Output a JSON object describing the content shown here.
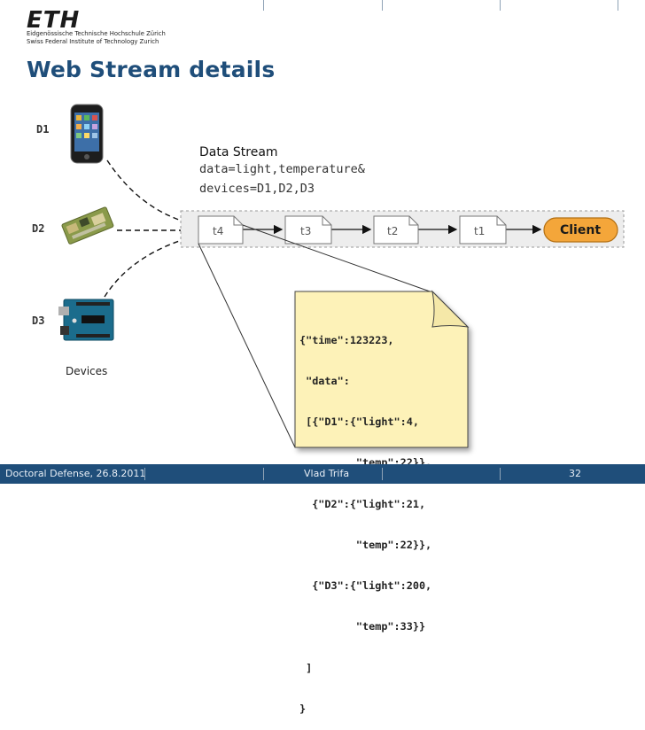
{
  "header": {
    "logo_text": "ETH",
    "institution_de": "Eidgenössische Technische Hochschule Zürich",
    "institution_en": "Swiss Federal Institute of Technology Zurich"
  },
  "slide": {
    "title": "Web Stream details"
  },
  "devices": {
    "caption": "Devices",
    "items": [
      {
        "label": "D1",
        "icon": "iphone-icon"
      },
      {
        "label": "D2",
        "icon": "sensor-board-icon"
      },
      {
        "label": "D3",
        "icon": "arduino-icon"
      }
    ]
  },
  "data_stream": {
    "title": "Data Stream",
    "line1": "data=light,temperature&",
    "line2": "devices=D1,D2,D3"
  },
  "stream": {
    "tokens": [
      "t4",
      "t3",
      "t2",
      "t1"
    ],
    "client_label": "Client"
  },
  "json_doc": {
    "lines": [
      "{\"time\":123223,",
      " \"data\":",
      " [{\"D1\":{\"light\":4,",
      "         \"temp\":22}},",
      "  {\"D2\":{\"light\":21,",
      "         \"temp\":22}},",
      "  {\"D3\":{\"light\":200,",
      "         \"temp\":33}}",
      " ]",
      "}"
    ]
  },
  "footer": {
    "left": "Doctoral Defense, 26.8.2011",
    "center": "Vlad Trifa",
    "right": "32"
  },
  "colors": {
    "title_blue": "#1f4e7a",
    "client_orange": "#f4a63a",
    "doc_yellow": "#fdf2b8"
  }
}
